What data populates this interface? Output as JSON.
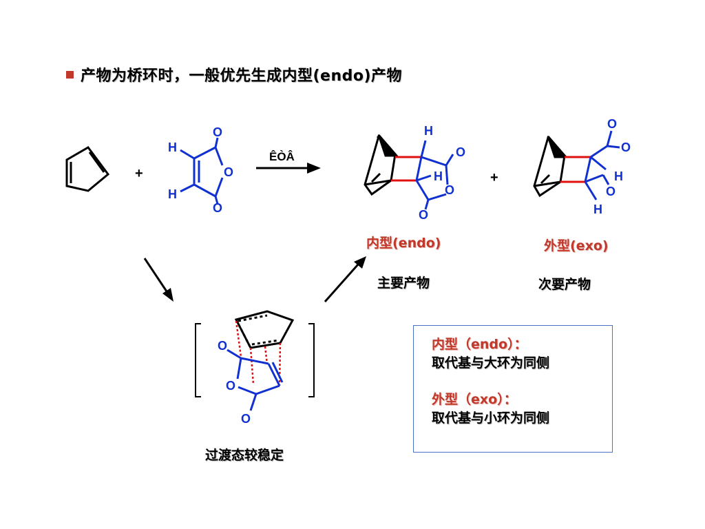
{
  "headline": "产物为桥环时，一般优先生成内型(endo)产物",
  "reaction": {
    "plus": "+",
    "arrow_label": "ÊÒÂ",
    "atoms": {
      "O": "O",
      "H": "H"
    }
  },
  "products": {
    "endo_label": "内型(endo)",
    "exo_label": "外型(exo)",
    "endo_note": "主要产物",
    "exo_note": "次要产物"
  },
  "transition_state_label": "过渡态较稳定",
  "definitions": {
    "endo_title": "内型（endo）：",
    "endo_text": "取代基与大环为同侧",
    "exo_title": "外型（exo）：",
    "exo_text": "取代基与小环为同侧"
  },
  "colors": {
    "accent_red": "#c0392b",
    "bond_blue": "#1030d0",
    "box_border": "#4a6fc7"
  }
}
